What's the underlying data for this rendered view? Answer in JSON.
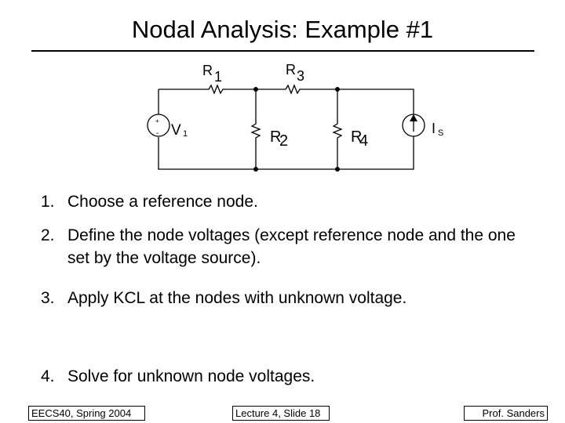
{
  "slide": {
    "title": "Nodal Analysis: Example #1"
  },
  "circuit": {
    "labels": {
      "r1_main": "R",
      "r1_sub": "1",
      "r3_main": "R",
      "r3_sub": "3",
      "r2_main": "R",
      "r2_sub": "2",
      "r4_main": "R",
      "r4_sub": "4",
      "v1_main": "V",
      "v1_sub": "1",
      "is_main": "I",
      "is_sub": "S",
      "plus": "+",
      "minus": "-"
    }
  },
  "steps": [
    {
      "num": "1.",
      "text": "Choose a reference node."
    },
    {
      "num": "2.",
      "text": "Define the node voltages (except reference node and the one set by the voltage source)."
    },
    {
      "num": "3.",
      "text": "Apply KCL at the nodes with unknown voltage."
    },
    {
      "num": "4.",
      "text": "Solve for unknown node voltages."
    }
  ],
  "footer": {
    "left": "EECS40, Spring 2004",
    "center": "Lecture 4, Slide 18",
    "right": "Prof. Sanders"
  }
}
